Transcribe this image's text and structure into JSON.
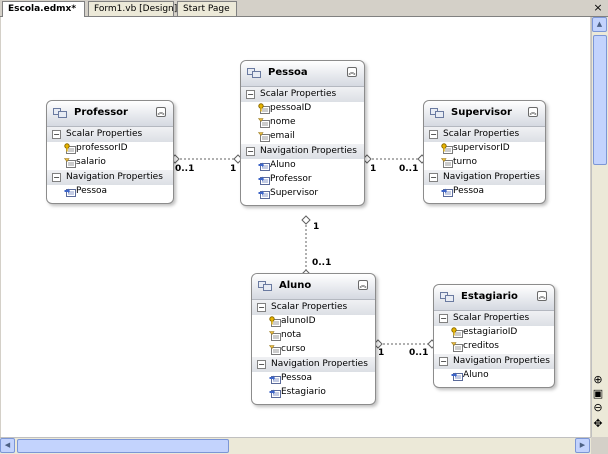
{
  "tabs": [
    {
      "label": "Escola.edmx*",
      "active": true
    },
    {
      "label": "Form1.vb [Design]",
      "active": false
    },
    {
      "label": "Start Page",
      "active": false
    }
  ],
  "close_glyph": "×",
  "entities": {
    "professor": {
      "name": "Professor",
      "scalar_header": "Scalar Properties",
      "scalar": [
        "professorID",
        "salario"
      ],
      "nav_header": "Navigation Properties",
      "nav": [
        "Pessoa"
      ]
    },
    "pessoa": {
      "name": "Pessoa",
      "scalar_header": "Scalar Properties",
      "scalar": [
        "pessoaID",
        "nome",
        "email"
      ],
      "nav_header": "Navigation Properties",
      "nav": [
        "Aluno",
        "Professor",
        "Supervisor"
      ]
    },
    "supervisor": {
      "name": "Supervisor",
      "scalar_header": "Scalar Properties",
      "scalar": [
        "supervisorID",
        "turno"
      ],
      "nav_header": "Navigation Properties",
      "nav": [
        "Pessoa"
      ]
    },
    "aluno": {
      "name": "Aluno",
      "scalar_header": "Scalar Properties",
      "scalar": [
        "alunoID",
        "nota",
        "curso"
      ],
      "nav_header": "Navigation Properties",
      "nav": [
        "Pessoa",
        "Estagiario"
      ]
    },
    "estagiario": {
      "name": "Estagiario",
      "scalar_header": "Scalar Properties",
      "scalar": [
        "estagiarioID",
        "creditos"
      ],
      "nav_header": "Navigation Properties",
      "nav": [
        "Aluno"
      ]
    }
  },
  "multiplicities": {
    "professor_pessoa_left": "0..1",
    "professor_pessoa_right": "1",
    "pessoa_supervisor_left": "1",
    "pessoa_supervisor_right": "0..1",
    "pessoa_aluno_top": "1",
    "pessoa_aluno_bottom": "0..1",
    "aluno_estagiario_left": "1",
    "aluno_estagiario_right": "0..1"
  },
  "zoom_tools": [
    "zoom-in-icon",
    "fit-icon",
    "zoom-out-icon",
    "pan-icon"
  ],
  "icons": {
    "entity": "entity-icon",
    "key": "key-icon",
    "property": "property-icon",
    "navigation": "navigation-icon"
  },
  "colors": {
    "canvas": "#ffffff",
    "entity_header": "#d5d9e1",
    "scroll_thumb": "#c3d3fd"
  }
}
